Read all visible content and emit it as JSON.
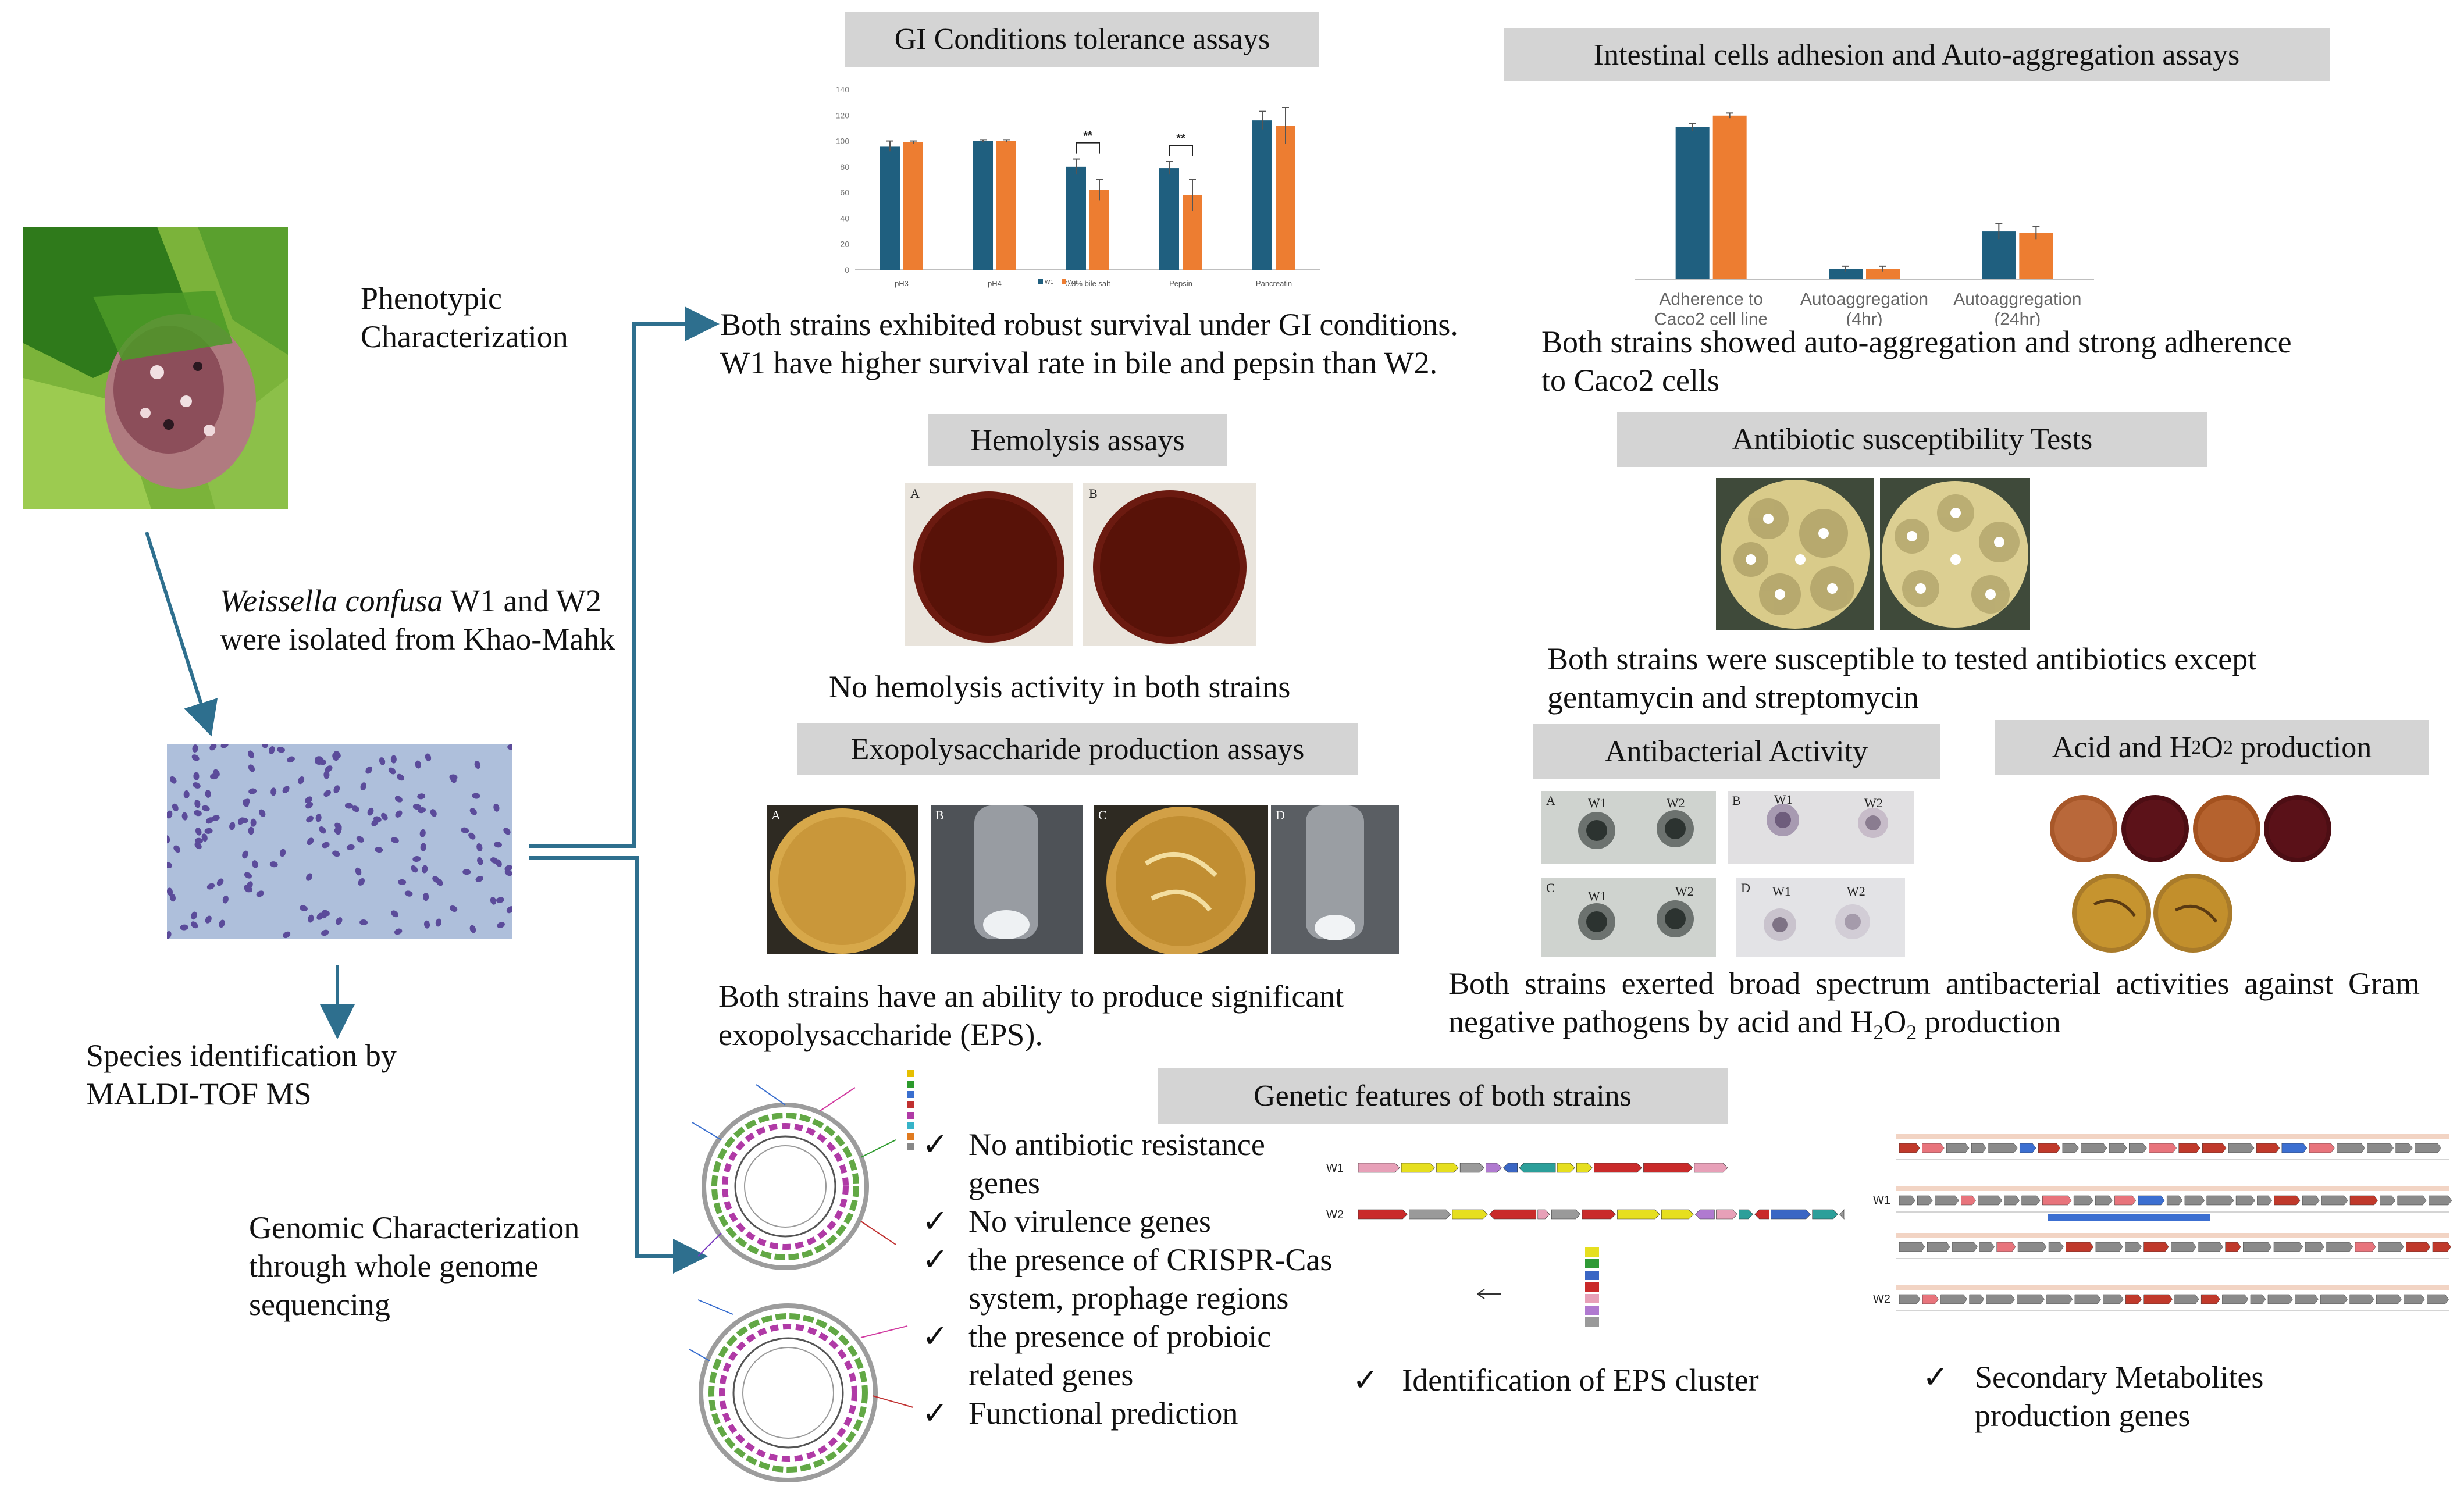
{
  "headers": {
    "gi": "GI Conditions tolerance assays",
    "adhesion": "Intestinal cells adhesion and Auto-aggregation assays",
    "hemolysis": "Hemolysis assays",
    "antibiotic": "Antibiotic susceptibility  Tests",
    "eps": "Exopolysaccharide production assays",
    "antibacterial": "Antibacterial Activity",
    "acid_pre": "Acid and H",
    "acid_sub": "2",
    "acid_mid": "O",
    "acid_sub2": "2",
    "acid_post": " production",
    "genetic": "Genetic features of both strains"
  },
  "left": {
    "phenotypic": "Phenotypic\nCharacterization",
    "isolated_italic": "Weissella confusa",
    "isolated_rest": " W1 and W2 were isolated from Khao-Mahk",
    "species": "Species identification by MALDI-TOF MS",
    "genomic": "Genomic Characterization through whole genome sequencing"
  },
  "findings": {
    "gi": "Both strains exhibited  robust survival under GI conditions. W1 have higher survival rate in bile and pepsin  than W2.",
    "adhesion": "Both strains showed auto-aggregation and strong adherence to Caco2 cells",
    "hemolysis": "No hemolysis activity in both strains",
    "antibiotic": "Both strains were susceptible  to tested antibiotics except gentamycin and streptomycin",
    "eps": "Both strains have an ability  to produce significant exopolysaccharide  (EPS).",
    "antibacterial_pre": "Both  strains  exerted  broad  spectrum  antibacterial  activities  against Gram negative pathogens by acid and H",
    "antibacterial_sub": "2",
    "antibacterial_mid": "O",
    "antibacterial_sub2": "2",
    "antibacterial_post": " production"
  },
  "genetic_list": [
    "No antibiotic resistance genes",
    "No virulence genes",
    "the presence of CRISPR-Cas system, prophage regions",
    "the presence of probioic related genes",
    "Functional prediction"
  ],
  "eps_cluster": "Identification of EPS cluster",
  "secondary": "Secondary Metabolites production genes",
  "checkmark": "✓",
  "plate_letters": [
    "A",
    "B",
    "C",
    "D"
  ],
  "strain_labels": [
    "W1",
    "W2"
  ],
  "colors": {
    "w1": "#1f5f7f",
    "w2": "#ed7d31",
    "arrow": "#2e6f8e",
    "header_bg": "#d4d4d4"
  },
  "chart_data": [
    {
      "type": "bar",
      "title": "",
      "categories": [
        "pH3",
        "pH4",
        "0.3% bile salt",
        "Pepsin",
        "Pancreatin"
      ],
      "series": [
        {
          "name": "W1",
          "values": [
            96,
            100,
            80,
            79,
            116
          ]
        },
        {
          "name": "W2",
          "values": [
            99,
            100,
            62,
            58,
            112
          ]
        }
      ],
      "errors": [
        [
          4,
          1,
          6,
          5,
          7
        ],
        [
          1,
          1,
          8,
          12,
          14
        ]
      ],
      "ylim": [
        0,
        140
      ],
      "yticks": [
        0,
        20,
        40,
        60,
        80,
        100,
        120,
        140
      ],
      "significance": [
        "",
        "",
        "**",
        "**",
        ""
      ]
    },
    {
      "type": "bar",
      "title": "",
      "categories": [
        "Adherence to Caco2 cell line",
        "Autoaggregation (4hr)",
        "Autoaggregation (24hr)"
      ],
      "series": [
        {
          "name": "W1",
          "values": [
            118,
            8,
            37
          ]
        },
        {
          "name": "W2",
          "values": [
            127,
            8,
            36
          ]
        }
      ],
      "errors": [
        [
          3,
          2,
          6
        ],
        [
          2,
          2,
          5
        ]
      ],
      "ylim": [
        0,
        140
      ]
    }
  ]
}
